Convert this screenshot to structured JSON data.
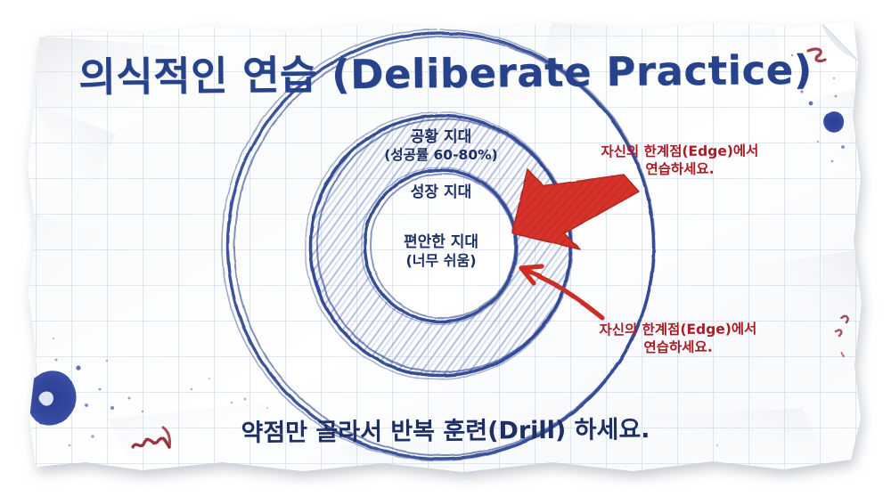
{
  "document": {
    "medium": "graph-paper-sketch",
    "title": "의식적인 연습 (Deliberate Practice)",
    "caption": "약점만 골라서 반복 훈련(Drill) 하세요."
  },
  "diagram": {
    "type": "concentric-zones",
    "zones": [
      {
        "id": "panic",
        "label": "공황 지대",
        "sublabel": "(성공률 60-80%)",
        "ring": "outer"
      },
      {
        "id": "growth",
        "label": "성장 지대",
        "sublabel": "",
        "ring": "middle"
      },
      {
        "id": "comfort",
        "label": "편안한 지대",
        "sublabel": "(너무 쉬움)",
        "ring": "inner"
      }
    ],
    "annotations": [
      {
        "id": "edge-note-top",
        "line1": "자신의 한계점(Edge)에서",
        "line2": "연습하세요.",
        "arrow": "thick-red-arrow-down-left"
      },
      {
        "id": "edge-note-bottom",
        "line1": "자신의 한계점(Edge)에서",
        "line2": "연습하세요.",
        "arrow": "thin-red-arrow-up-left"
      }
    ]
  },
  "colors": {
    "ink_blue": "#26428b",
    "ink_navy": "#1d2f63",
    "ink_red": "#a81d28",
    "arrow_red": "#d6322a",
    "hatch_blue": "#8494c4",
    "grid_line": "#c3d0de",
    "paper": "#fbfcfd",
    "background": "#ffffff"
  }
}
